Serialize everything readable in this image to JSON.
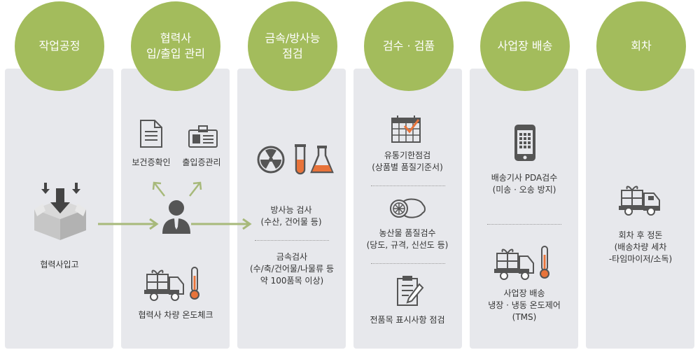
{
  "steps": [
    {
      "title": "작업공정"
    },
    {
      "title": "협력사\n입/출입 관리"
    },
    {
      "title": "금속/방사능\n점검"
    },
    {
      "title": "검수 · 검품"
    },
    {
      "title": "사업장 배송"
    },
    {
      "title": "회차"
    }
  ],
  "col1": {
    "item": "협력사입고"
  },
  "col2": {
    "health": "보건증확인",
    "pass": "출입증관리",
    "truck": "협력사 차량 온도체크"
  },
  "col3": {
    "radiation": "방사능 검사\n(수산, 건어물 등)",
    "metal": "금속검사\n(수/축/건어물/나물류 등\n약 100품목 이상)"
  },
  "col4": {
    "expiry": "유통기한점검\n(상품별 품질기준서)",
    "produce": "농산물 품질검수\n(당도, 규격, 신선도 등)",
    "label": "전품목 표시사항 점검"
  },
  "col5": {
    "pda": "배송기사 PDA검수\n(미송 · 오송 방지)",
    "temp": "사업장 배송\n냉장 · 냉동 온도제어\n(TMS)"
  },
  "col6": {
    "return": "회차 후 정돈\n(배송차량 세차\n-타임마이저/소독)"
  },
  "colors": {
    "circle": "#a3bc5c",
    "panel": "#e7e8ec",
    "icon": "#555555",
    "accent": "#e8733a",
    "arrow": "#a7b97a"
  }
}
